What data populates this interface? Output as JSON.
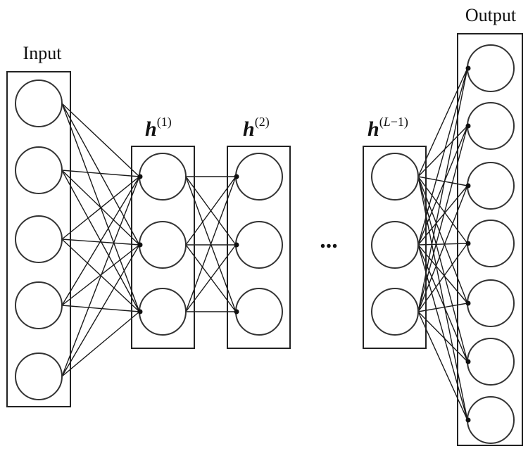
{
  "labels": {
    "input": "Input",
    "output": "Output",
    "ellipsis": "...",
    "hidden": [
      {
        "base": "h",
        "sup_open": "(",
        "sup_var": "",
        "sup_rest": "1)"
      },
      {
        "base": "h",
        "sup_open": "(",
        "sup_var": "",
        "sup_rest": "2)"
      },
      {
        "base": "h",
        "sup_open": "(",
        "sup_var": "L",
        "sup_rest": "−1)"
      }
    ]
  },
  "layers": [
    {
      "id": "input",
      "neurons": 5
    },
    {
      "id": "h1",
      "neurons": 3
    },
    {
      "id": "h2",
      "neurons": 3
    },
    {
      "id": "hL1",
      "neurons": 3
    },
    {
      "id": "output",
      "neurons": 7
    }
  ],
  "connections": [
    {
      "from": "input",
      "to": "h1",
      "type": "full"
    },
    {
      "from": "h1",
      "to": "h2",
      "type": "full"
    },
    {
      "from": "hL1",
      "to": "output",
      "type": "full"
    }
  ],
  "colors": {
    "stroke": "#222222",
    "neuron_fill": "#ffffff",
    "edge": "#1a1a1a"
  }
}
